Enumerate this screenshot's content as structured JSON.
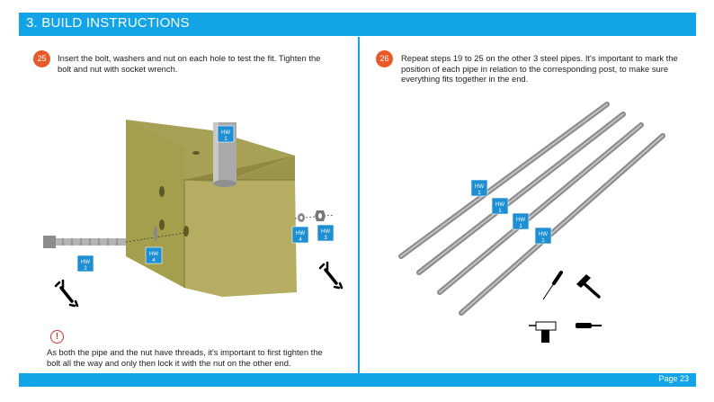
{
  "header": {
    "title": "3. BUILD INSTRUCTIONS"
  },
  "footer": {
    "page": "Page 23"
  },
  "steps": [
    {
      "number": "25",
      "text": "Insert the bolt, washers and nut on each hole to test the fit. Tighten the bolt and nut with socket wrench."
    },
    {
      "number": "26",
      "text": "Repeat steps 19 to 25 on the other 3 steel pipes. It's important to mark the position of each pipe in relation to the corresponding post, to make sure everything fits together in the end."
    }
  ],
  "warning": {
    "icon": "exclamation-icon",
    "symbol": "!",
    "text": "As both the pipe and the nut have threads, it's important to first tighten the bolt all the way and only then lock it with the nut on the other end."
  },
  "hardware_tags": {
    "hw1": {
      "label": "HW",
      "num": "1"
    },
    "hw2": {
      "label": "HW",
      "num": "2"
    },
    "hw3": {
      "label": "HW",
      "num": "3"
    },
    "hw4": {
      "label": "HW",
      "num": "4"
    }
  },
  "colors": {
    "accent": "#12a4e6",
    "badge": "#e95a2a",
    "wood": "#a8a155",
    "pipe": "#a9a9a9",
    "warning": "#d32f2f"
  }
}
